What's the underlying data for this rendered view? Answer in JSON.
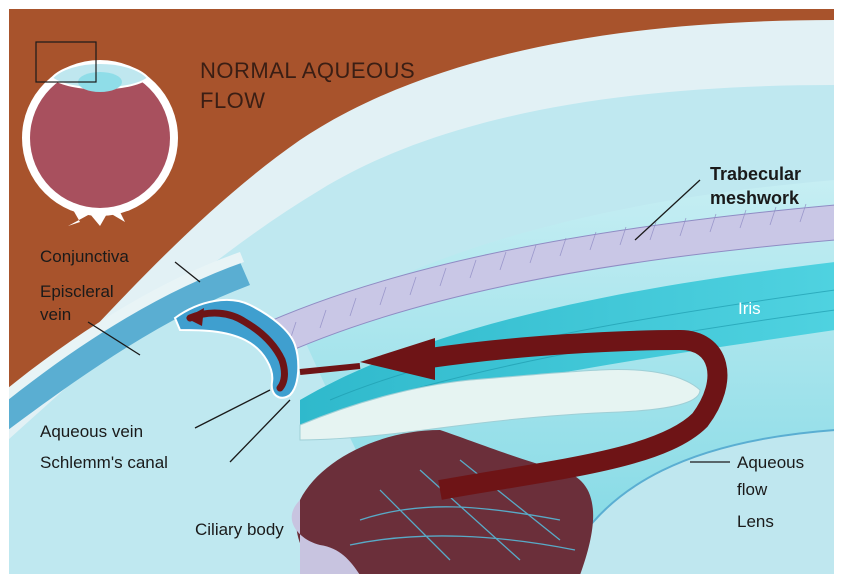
{
  "title": {
    "line1": "NORMAL AQUEOUS",
    "line2": "FLOW"
  },
  "labels": {
    "trabecular_line1": "Trabecular",
    "trabecular_line2": "meshwork",
    "conjunctiva": "Conjunctiva",
    "episcleral_line1": "Episcleral",
    "episcleral_line2": "vein",
    "iris": "Iris",
    "aqueous_vein": "Aqueous vein",
    "schlemms_canal": "Schlemm's canal",
    "aqueous_flow_line1": "Aqueous",
    "aqueous_flow_line2": "flow",
    "lens": "Lens",
    "ciliary_body": "Ciliary body"
  },
  "colors": {
    "background_tissue": "#a8532c",
    "cornea": "#dff0f4",
    "sclera_band": "#5aaed2",
    "anterior_chamber": "#8fdde8",
    "iris": "#35c4d6",
    "meshwork": "#c9c7e6",
    "flow_arrow": "#6e1416",
    "ciliary_body": "#6b2f3a",
    "inset_eye": "#a8505e"
  }
}
